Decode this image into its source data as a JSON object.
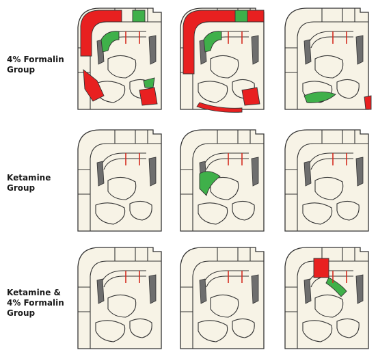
{
  "groups": [
    {
      "label": "4% Formalin\nGroup",
      "sections": [
        {
          "marks": [
            {
              "kind": "cortex-red",
              "shape": "arc-left"
            },
            {
              "kind": "green",
              "shape": "top-bar"
            },
            {
              "kind": "green",
              "shape": "hippo"
            },
            {
              "kind": "red",
              "shape": "lower-left"
            },
            {
              "kind": "red",
              "shape": "lower-right"
            },
            {
              "kind": "green",
              "shape": "lower-right-small"
            }
          ]
        },
        {
          "marks": [
            {
              "kind": "cortex-red",
              "shape": "arc-full"
            },
            {
              "kind": "green",
              "shape": "top-bar"
            },
            {
              "kind": "green",
              "shape": "hippo"
            },
            {
              "kind": "red",
              "shape": "bottom-strip"
            },
            {
              "kind": "red",
              "shape": "lower-right"
            }
          ]
        },
        {
          "marks": [
            {
              "kind": "green",
              "shape": "bottom-blob"
            },
            {
              "kind": "red",
              "shape": "corner"
            }
          ]
        }
      ]
    },
    {
      "label": "Ketamine\nGroup",
      "sections": [
        {
          "marks": []
        },
        {
          "marks": [
            {
              "kind": "green",
              "shape": "mid-left"
            }
          ]
        },
        {
          "marks": []
        }
      ]
    },
    {
      "label": "Ketamine &\n4% Formalin\nGroup",
      "sections": [
        {
          "marks": []
        },
        {
          "marks": []
        },
        {
          "marks": [
            {
              "kind": "red",
              "shape": "center-block"
            },
            {
              "kind": "green",
              "shape": "center-streak"
            }
          ]
        }
      ]
    }
  ],
  "colors": {
    "active": "#e82020",
    "inhibited": "#3fb04a",
    "tissue": "#f7f3e6",
    "ventricle": "#6e6e6e"
  }
}
